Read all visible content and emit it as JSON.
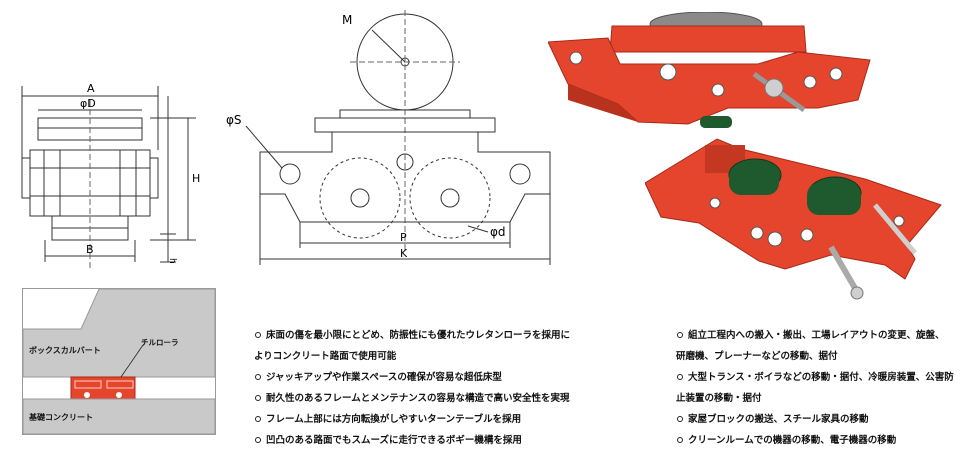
{
  "drawing": {
    "dim_A": "A",
    "dim_phiD": "φD",
    "dim_H": "H",
    "dim_h": "h",
    "dim_B": "B",
    "dim_M": "M",
    "dim_phiS": "φS",
    "dim_phid": "φd",
    "dim_P": "P",
    "dim_K": "K"
  },
  "section": {
    "upper_label": "ボックスカルバート",
    "lower_label": "基礎コンクリート",
    "roller_label": "チルローラ"
  },
  "features": [
    "床面の傷を最小限にとどめ、防振性にも優れたウレタンローラを採用に",
    "よりコンクリート路面で使用可能",
    "ジャッキアップや作業スペースの確保が容易な超低床型",
    "耐久性のあるフレームとメンテナンスの容易な構造で高い安全性を実現",
    "フレーム上部には方向転換がしやすいターンテーブルを採用",
    "凹凸のある路面でもスムーズに走行できるボギー機構を採用"
  ],
  "uses": [
    "組立工程内への搬入・搬出、工場レイアウトの変更、旋盤、",
    "研磨機、プレーナーなどの移動、据付",
    "大型トランス・ボイラなどの移動・据付、冷暖房装置、公害防",
    "止装置の移動・据付",
    "家屋ブロックの搬送、スチール家具の移動",
    "クリーンルームでの機器の移動、電子機器の移動"
  ],
  "colors": {
    "frame_red": "#e5452c",
    "roller_green": "#1e5a2e",
    "turntable_gray": "#8a8a8a"
  }
}
